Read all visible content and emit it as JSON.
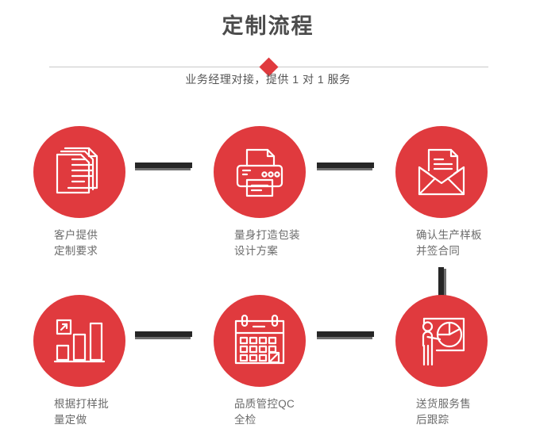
{
  "header": {
    "title": "定制流程",
    "subtitle": "业务经理对接，提供 1 对 1 服务",
    "divider_icon": "diamond-icon"
  },
  "colors": {
    "accent_red": "#e03a3e",
    "title_gray": "#4c4c4c",
    "caption_gray": "#6b6b6b",
    "connector_dark": "#262626",
    "connector_shadow": "#6e6e6e",
    "divider_line": "#c9c9c9",
    "icon_stroke": "#ffffff",
    "background": "#ffffff"
  },
  "flow": {
    "steps": [
      {
        "id": "step-1",
        "icon": "documents-stack-icon",
        "caption": "客户提供\n定制要求"
      },
      {
        "id": "step-2",
        "icon": "printer-icon",
        "caption": "量身打造包装\n设计方案"
      },
      {
        "id": "step-3",
        "icon": "envelope-letter-icon",
        "caption": "确认生产样板\n并签合同"
      },
      {
        "id": "step-4",
        "icon": "bar-chart-growth-icon",
        "caption": "根据打样批\n量定做"
      },
      {
        "id": "step-5",
        "icon": "calendar-check-icon",
        "caption": "品质管控QC\n全检"
      },
      {
        "id": "step-6",
        "icon": "presentation-pie-chart-icon",
        "caption": "送货服务售\n后跟踪"
      }
    ],
    "connectors": [
      {
        "id": "connector-1-2",
        "orientation": "horizontal"
      },
      {
        "id": "connector-2-3",
        "orientation": "horizontal"
      },
      {
        "id": "connector-3-4",
        "orientation": "vertical"
      },
      {
        "id": "connector-4-5",
        "orientation": "horizontal"
      },
      {
        "id": "connector-5-6",
        "orientation": "horizontal"
      }
    ]
  }
}
